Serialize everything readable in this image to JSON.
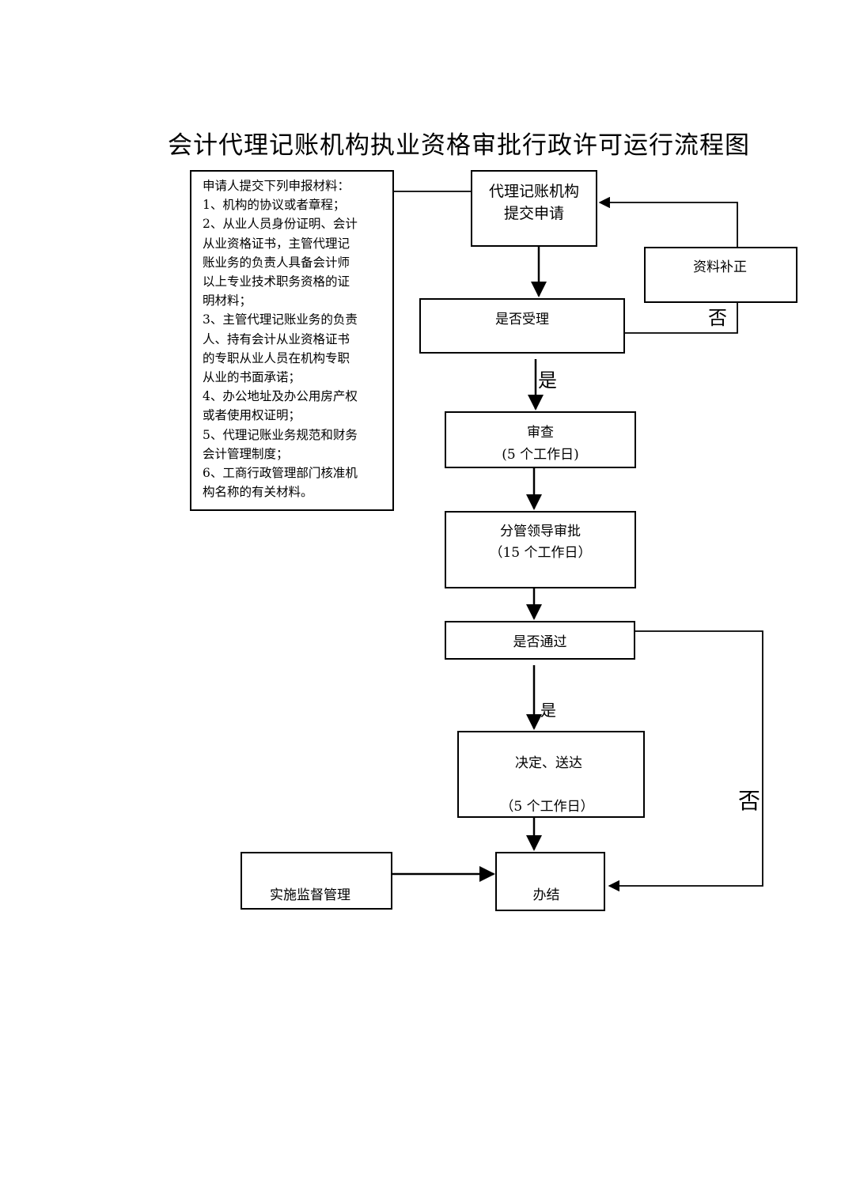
{
  "title": "会计代理记账机构执业资格审批行政许可运行流程图",
  "materials": {
    "lines": [
      "申请人提交下列申报材料：",
      "1、机构的协议或者章程；",
      "2、从业人员身份证明、会计",
      "从业资格证书，主管代理记",
      "账业务的负责人具备会计师",
      "以上专业技术职务资格的证",
      "明材料；",
      "3、主管代理记账业务的负责",
      "人、持有会计从业资格证书",
      "的专职从业人员在机构专职",
      "从业的书面承诺；",
      "4、办公地址及办公用房产权",
      "或者使用权证明；",
      "5、代理记账业务规范和财务",
      "会计管理制度；",
      "6、工商行政管理部门核准机",
      "构名称的有关材料。"
    ]
  },
  "nodes": {
    "submit": {
      "line1": "代理记账机构",
      "line2": "提交申请"
    },
    "supplement": "资料补正",
    "accept": "是否受理",
    "review": {
      "line1": "审查",
      "line2": "(5 个工作日)"
    },
    "leader": {
      "line1": "分管领导审批",
      "line2": "（15 个工作日）"
    },
    "pass": "是否通过",
    "decision": {
      "line1": "决定、送达",
      "line2": "（5 个工作日）"
    },
    "supervise": "实施监督管理",
    "finish": "办结"
  },
  "labels": {
    "accept_no": "否",
    "accept_yes": "是",
    "pass_yes": "是",
    "pass_no": "否"
  }
}
